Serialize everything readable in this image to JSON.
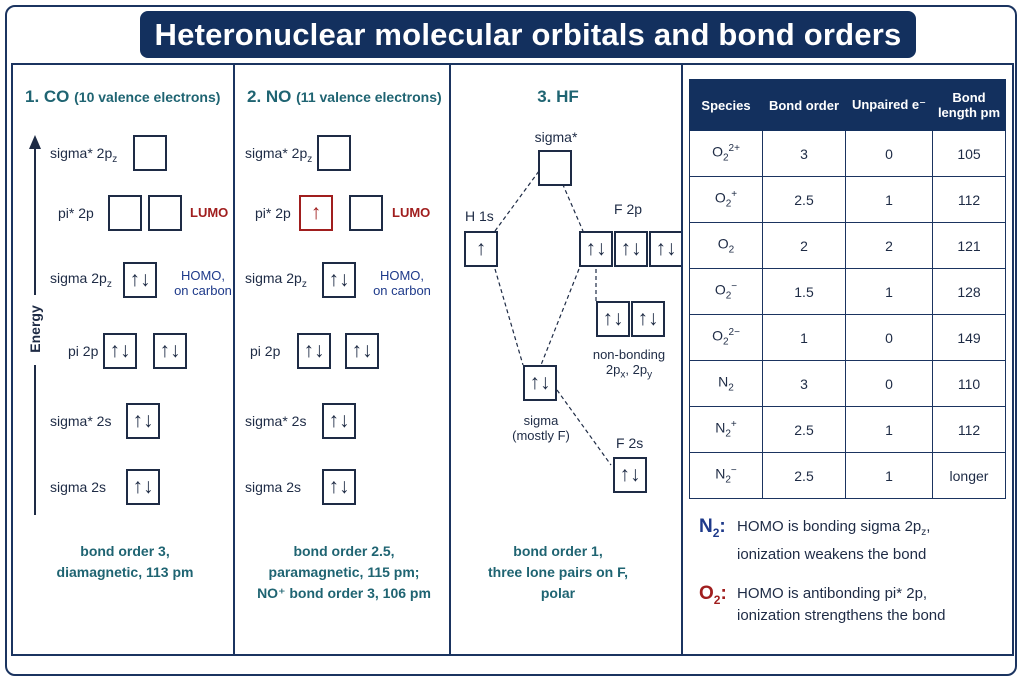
{
  "title": "Heteronuclear molecular orbitals and bond orders",
  "axis_label": "Energy",
  "panels": {
    "co": {
      "title": "1. CO",
      "title_note": "(10 valence electrons)",
      "levels": {
        "sigma_star_2p": "sigma* 2p",
        "pi_star_2p": "pi* 2p",
        "sigma_2p": "sigma 2p",
        "pi_2p": "pi 2p",
        "sigma_star_2s": "sigma* 2s",
        "sigma_2s": "sigma 2s"
      },
      "sub_z": "z",
      "lumo": "LUMO",
      "homo_line1": "HOMO,",
      "homo_line2": "on carbon",
      "summary_line1": "bond order 3,",
      "summary_line2": "diamagnetic, 113 pm"
    },
    "no": {
      "title": "2. NO",
      "title_note": "(11 valence electrons)",
      "levels": {
        "sigma_star_2p": "sigma* 2p",
        "pi_star_2p": "pi* 2p",
        "sigma_2p": "sigma 2p",
        "pi_2p": "pi 2p",
        "sigma_star_2s": "sigma* 2s",
        "sigma_2s": "sigma 2s"
      },
      "sub_z": "z",
      "lumo": "LUMO",
      "homo_line1": "HOMO,",
      "homo_line2": "on carbon",
      "summary_line1": "bond order 2.5,",
      "summary_line2": "paramagnetic, 115 pm;",
      "summary_line3": "NO⁺ bond order 3, 106 pm"
    },
    "hf": {
      "title": "3. HF",
      "sigma_star": "sigma*",
      "h1s": "H 1s",
      "f2p": "F 2p",
      "nonbonding": "non-bonding",
      "nb_orbitals": "2p",
      "nb_sub_x": "x",
      "nb_comma": ", 2p",
      "nb_sub_y": "y",
      "sigma": "sigma",
      "sigma_note": "(mostly F)",
      "f2s": "F 2s",
      "summary_line1": "bond order 1,",
      "summary_line2": "three lone pairs on F,",
      "summary_line3": "polar"
    }
  },
  "symbols": {
    "pair": "↑↓",
    "up": "↑"
  },
  "table": {
    "headers": [
      "Species",
      "Bond order",
      "Unpaired e⁻",
      "Bond length pm"
    ],
    "rows": [
      {
        "base": "O",
        "sub": "2",
        "sup": "2+",
        "bond_order": "3",
        "unpaired": "0",
        "length": "105"
      },
      {
        "base": "O",
        "sub": "2",
        "sup": "+",
        "bond_order": "2.5",
        "unpaired": "1",
        "length": "112"
      },
      {
        "base": "O",
        "sub": "2",
        "sup": "",
        "bond_order": "2",
        "unpaired": "2",
        "length": "121"
      },
      {
        "base": "O",
        "sub": "2",
        "sup": "−",
        "bond_order": "1.5",
        "unpaired": "1",
        "length": "128"
      },
      {
        "base": "O",
        "sub": "2",
        "sup": "2−",
        "bond_order": "1",
        "unpaired": "0",
        "length": "149"
      },
      {
        "base": "N",
        "sub": "2",
        "sup": "",
        "bond_order": "3",
        "unpaired": "0",
        "length": "110"
      },
      {
        "base": "N",
        "sub": "2",
        "sup": "+",
        "bond_order": "2.5",
        "unpaired": "1",
        "length": "112"
      },
      {
        "base": "N",
        "sub": "2",
        "sup": "−",
        "bond_order": "2.5",
        "unpaired": "1",
        "length": "longer"
      }
    ]
  },
  "facts": [
    {
      "species": "N",
      "sub": "2",
      "colon": ":",
      "line1": "HOMO is bonding sigma 2p",
      "line1_sub": "z",
      "line1_end": ",",
      "line2": "ionization weakens the bond"
    },
    {
      "species": "O",
      "sub": "2",
      "colon": ":",
      "line1": "HOMO is antibonding pi* 2p,",
      "line1_sub": "",
      "line1_end": "",
      "line2": "ionization strengthens the bond"
    }
  ],
  "colors": {
    "navy": "#13305e",
    "teal": "#1f6472",
    "red": "#a01e1e",
    "blue_text": "#1e3a8a"
  }
}
